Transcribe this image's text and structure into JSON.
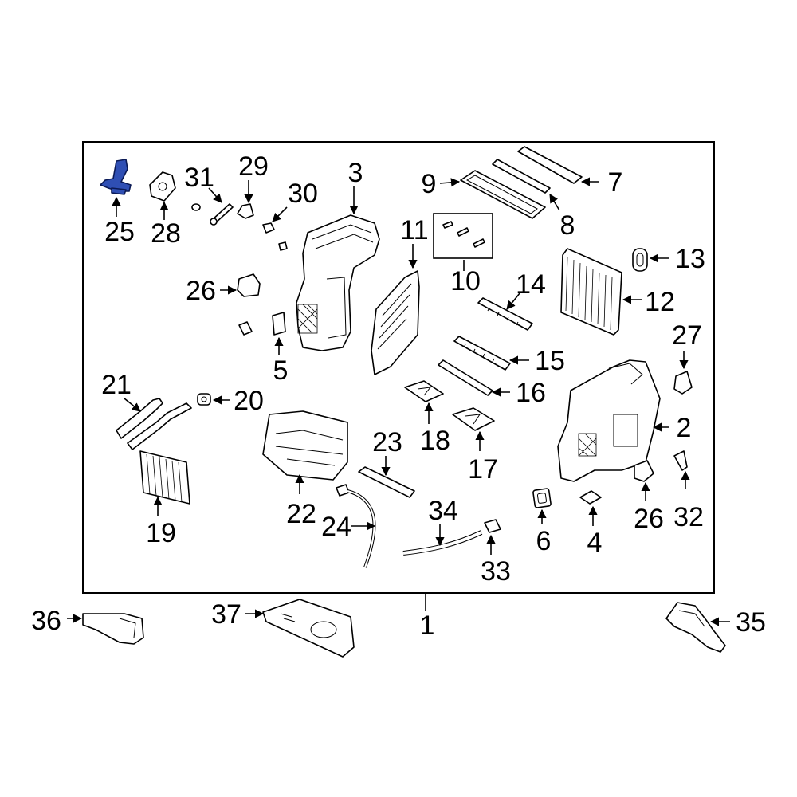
{
  "diagram": {
    "highlight_color": "#2f4fb4",
    "line_color": "#000000",
    "background": "#ffffff",
    "callouts": {
      "c1": "1",
      "c2": "2",
      "c3": "3",
      "c4": "4",
      "c5": "5",
      "c6": "6",
      "c7": "7",
      "c8": "8",
      "c9": "9",
      "c10": "10",
      "c11": "11",
      "c12": "12",
      "c13": "13",
      "c14": "14",
      "c15": "15",
      "c16": "16",
      "c17": "17",
      "c18": "18",
      "c19": "19",
      "c20": "20",
      "c21": "21",
      "c22": "22",
      "c23": "23",
      "c24": "24",
      "c25": "25",
      "c26a": "26",
      "c26b": "26",
      "c27": "27",
      "c28": "28",
      "c29": "29",
      "c30": "30",
      "c31": "31",
      "c32": "32",
      "c33": "33",
      "c34": "34",
      "c35": "35",
      "c36": "36",
      "c37": "37"
    }
  }
}
